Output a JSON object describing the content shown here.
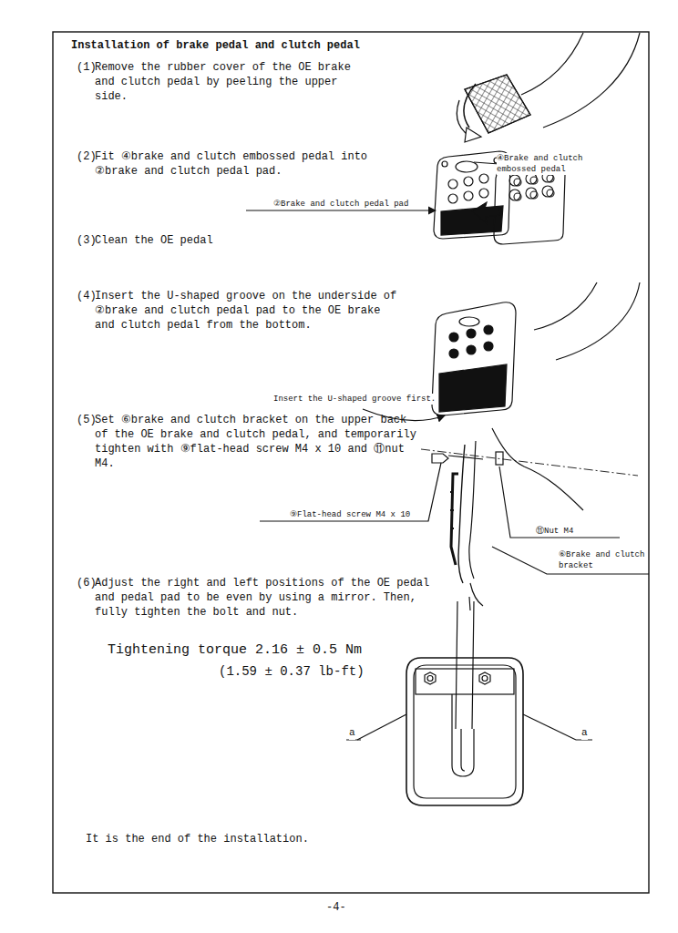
{
  "diagram": {
    "title": "Installation of brake pedal and clutch pedal",
    "labels": [
      "(1)",
      "Remove the rubber cover of the OE brake and clutch pedal by peeling the upper side.",
      "(2)",
      "Fit ④brake and clutch embossed pedal into ②brake and clutch pedal pad.",
      "④Brake and clutch embossed pedal",
      "②Brake and clutch pedal pad",
      "(3)",
      "Clean the OE pedal",
      "(4)",
      "Insert the U-shaped groove on the underside of ②brake and clutch pedal pad to the OE brake and clutch pedal from the bottom.",
      "Insert the U-shaped groove first.",
      "(5)",
      "Set ⑥brake and clutch bracket on the upper back of the OE brake and clutch pedal, and temporarily tighten with ⑨flat-head screw M4 x 10 and ⑪nut M4.",
      "⑨Flat-head screw M4 x 10",
      "⑪Nut M4",
      "⑥Brake and clutch bracket",
      "(6)",
      "Adjust the right and left positions of the OE pedal and pedal pad to be even by using a mirror. Then, fully tighten the bolt and nut.",
      "Tightening torque 2.16 ± 0.5 Nm",
      "(1.59 ± 0.37 lb-ft)",
      "a",
      "a",
      "It is the end of the installation.",
      "-4-"
    ]
  }
}
